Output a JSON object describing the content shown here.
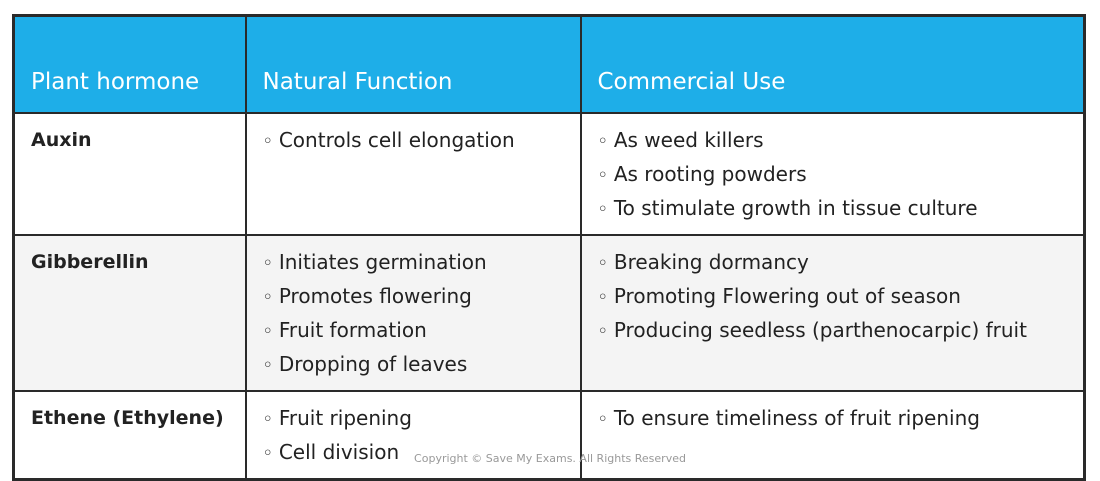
{
  "table": {
    "headers": [
      "Plant hormone",
      "Natural Function",
      "Commercial Use"
    ],
    "rows": [
      {
        "hormone": "Auxin",
        "functions": [
          "Controls cell elongation"
        ],
        "uses": [
          "As weed killers",
          "As rooting powders",
          "To stimulate growth in tissue culture"
        ]
      },
      {
        "hormone": "Gibberellin",
        "functions": [
          "Initiates germination",
          "Promotes flowering",
          "Fruit formation",
          "Dropping of leaves"
        ],
        "uses": [
          "Breaking dormancy",
          "Promoting Flowering out of season",
          "Producing seedless (parthenocarpic) fruit"
        ]
      },
      {
        "hormone": "Ethene (Ethylene)",
        "functions": [
          "Fruit ripening",
          "Cell division"
        ],
        "uses": [
          "To ensure timeliness of fruit ripening"
        ]
      }
    ]
  },
  "copyright": "Copyright © Save My Exams. All Rights Reserved",
  "colors": {
    "header": "#1eaee8",
    "alt_row": "#f4f4f4"
  }
}
